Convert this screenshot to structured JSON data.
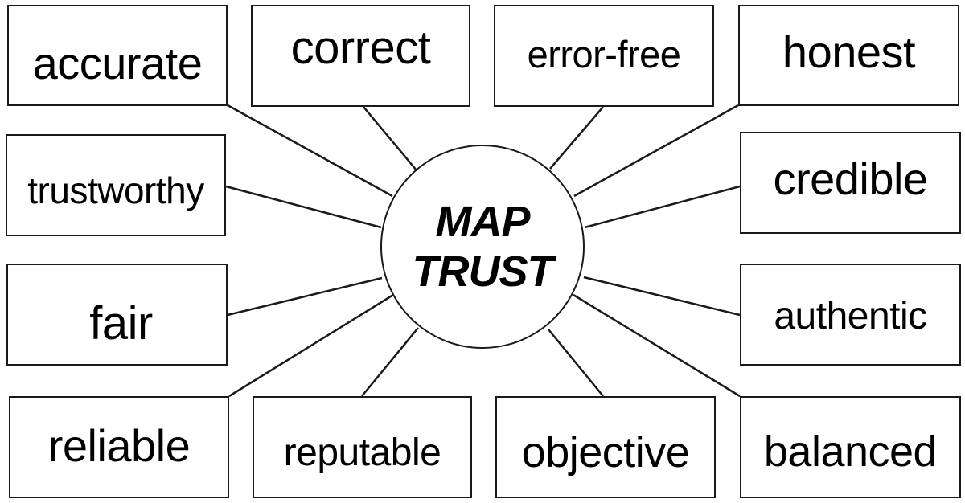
{
  "center": {
    "line1": "MAP",
    "line2": "TRUST"
  },
  "terms": [
    {
      "id": "accurate",
      "label": "accurate"
    },
    {
      "id": "correct",
      "label": "correct"
    },
    {
      "id": "error-free",
      "label": "error-free"
    },
    {
      "id": "honest",
      "label": "honest"
    },
    {
      "id": "trustworthy",
      "label": "trustworthy"
    },
    {
      "id": "credible",
      "label": "credible"
    },
    {
      "id": "fair",
      "label": "fair"
    },
    {
      "id": "authentic",
      "label": "authentic"
    },
    {
      "id": "reliable",
      "label": "reliable"
    },
    {
      "id": "reputable",
      "label": "reputable"
    },
    {
      "id": "objective",
      "label": "objective"
    },
    {
      "id": "balanced",
      "label": "balanced"
    }
  ],
  "colors": {
    "stroke": "#1a1a1a",
    "background": "#ffffff",
    "text": "#000000"
  }
}
